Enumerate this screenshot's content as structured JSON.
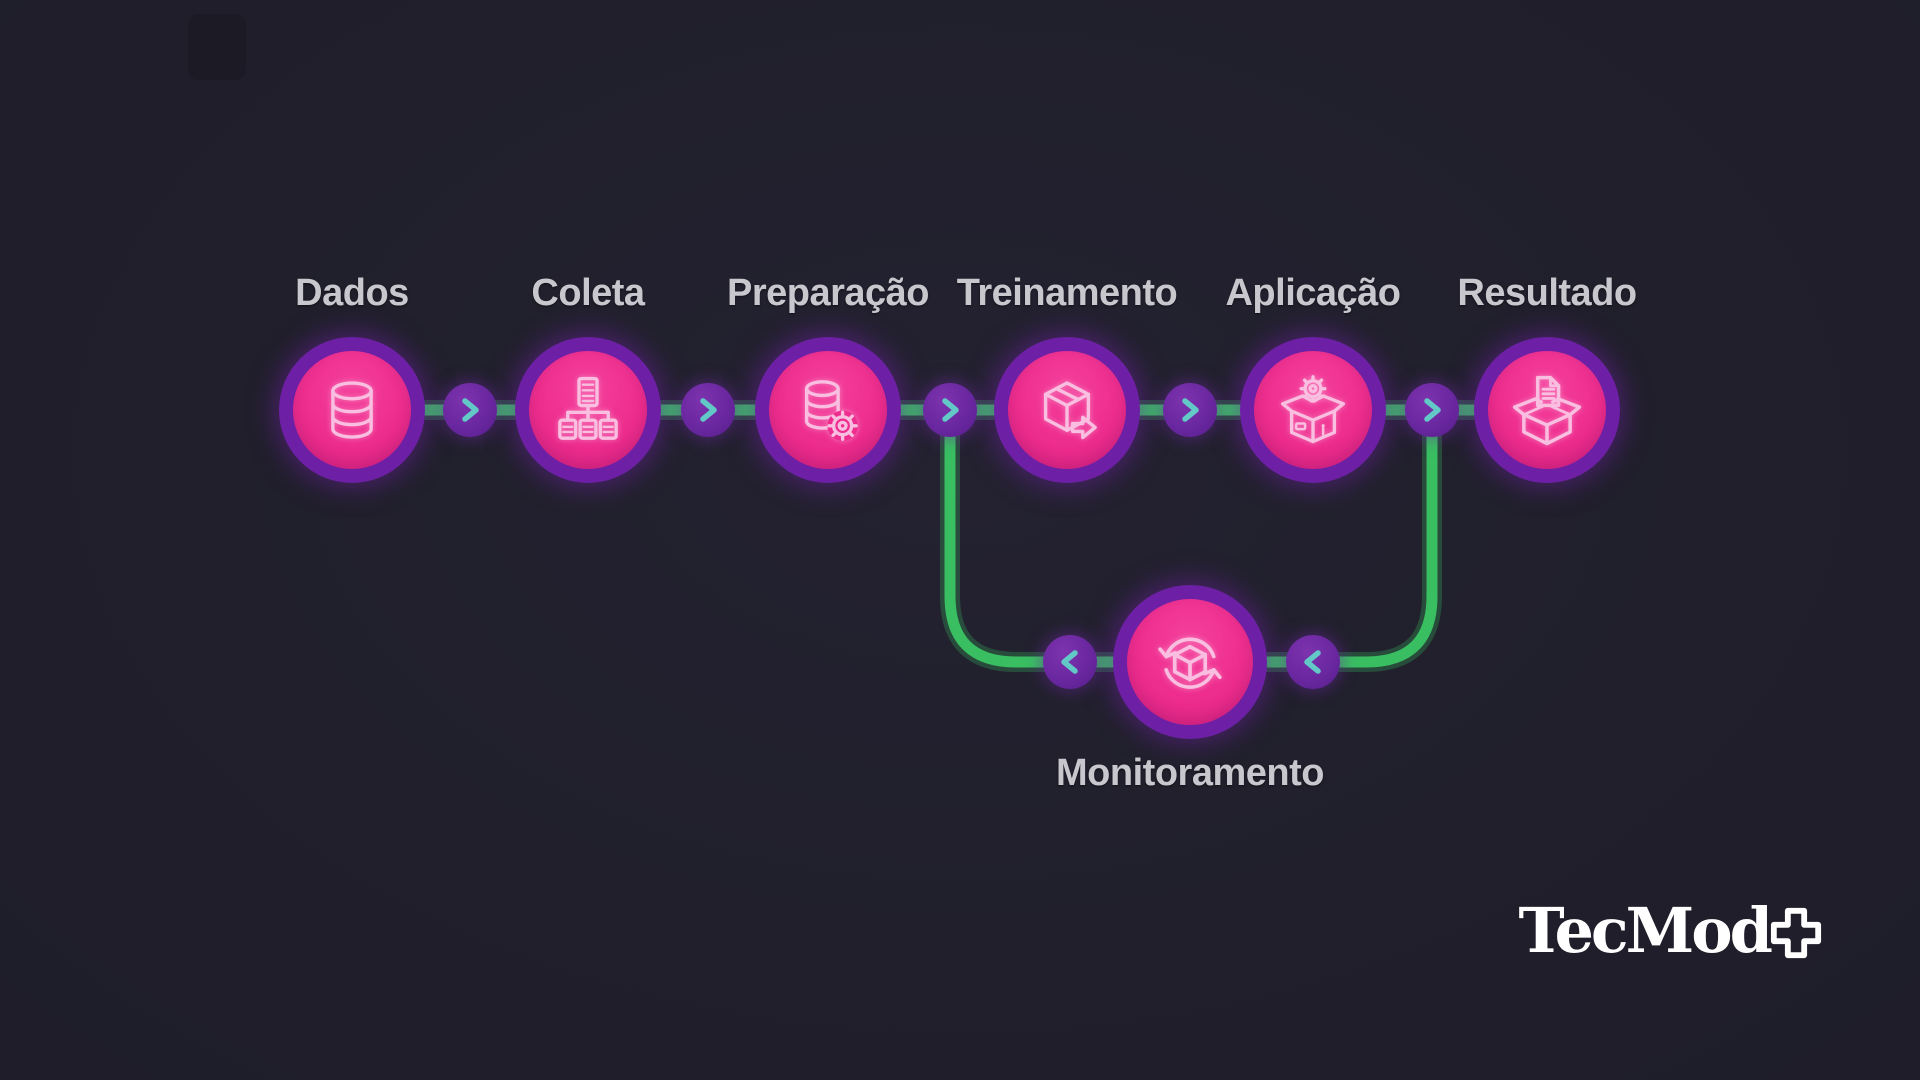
{
  "diagram": {
    "nodes": [
      {
        "label": "Dados",
        "icon": "database-icon"
      },
      {
        "label": "Coleta",
        "icon": "data-collection-icon"
      },
      {
        "label": "Preparação",
        "icon": "database-gear-icon"
      },
      {
        "label": "Treinamento",
        "icon": "model-export-icon"
      },
      {
        "label": "Aplicação",
        "icon": "deployment-box-icon"
      },
      {
        "label": "Resultado",
        "icon": "result-box-icon"
      },
      {
        "label": "Monitoramento",
        "icon": "monitoring-sync-icon"
      }
    ],
    "main_flow": [
      "Dados",
      "Coleta",
      "Preparação",
      "Treinamento",
      "Aplicação",
      "Resultado"
    ],
    "feedback_flow": {
      "path": [
        "Aplicação",
        "Monitoramento",
        "Treinamento"
      ],
      "direction": "right-to-left"
    },
    "colors": {
      "background": "#211F2B",
      "node_fill": "#ED2B8D",
      "node_ring": "#6D20A5",
      "icon_stroke": "#F9BEE0",
      "connector_line": "#39BF61",
      "arrow_badge": "#6E2BA3",
      "arrow_chevron": "#63C9C7",
      "label_color": "#C7C7CD",
      "logo_color": "#FFFFFF"
    }
  },
  "branding": {
    "logo_text": "TecMod",
    "logo_symbol": "+"
  }
}
